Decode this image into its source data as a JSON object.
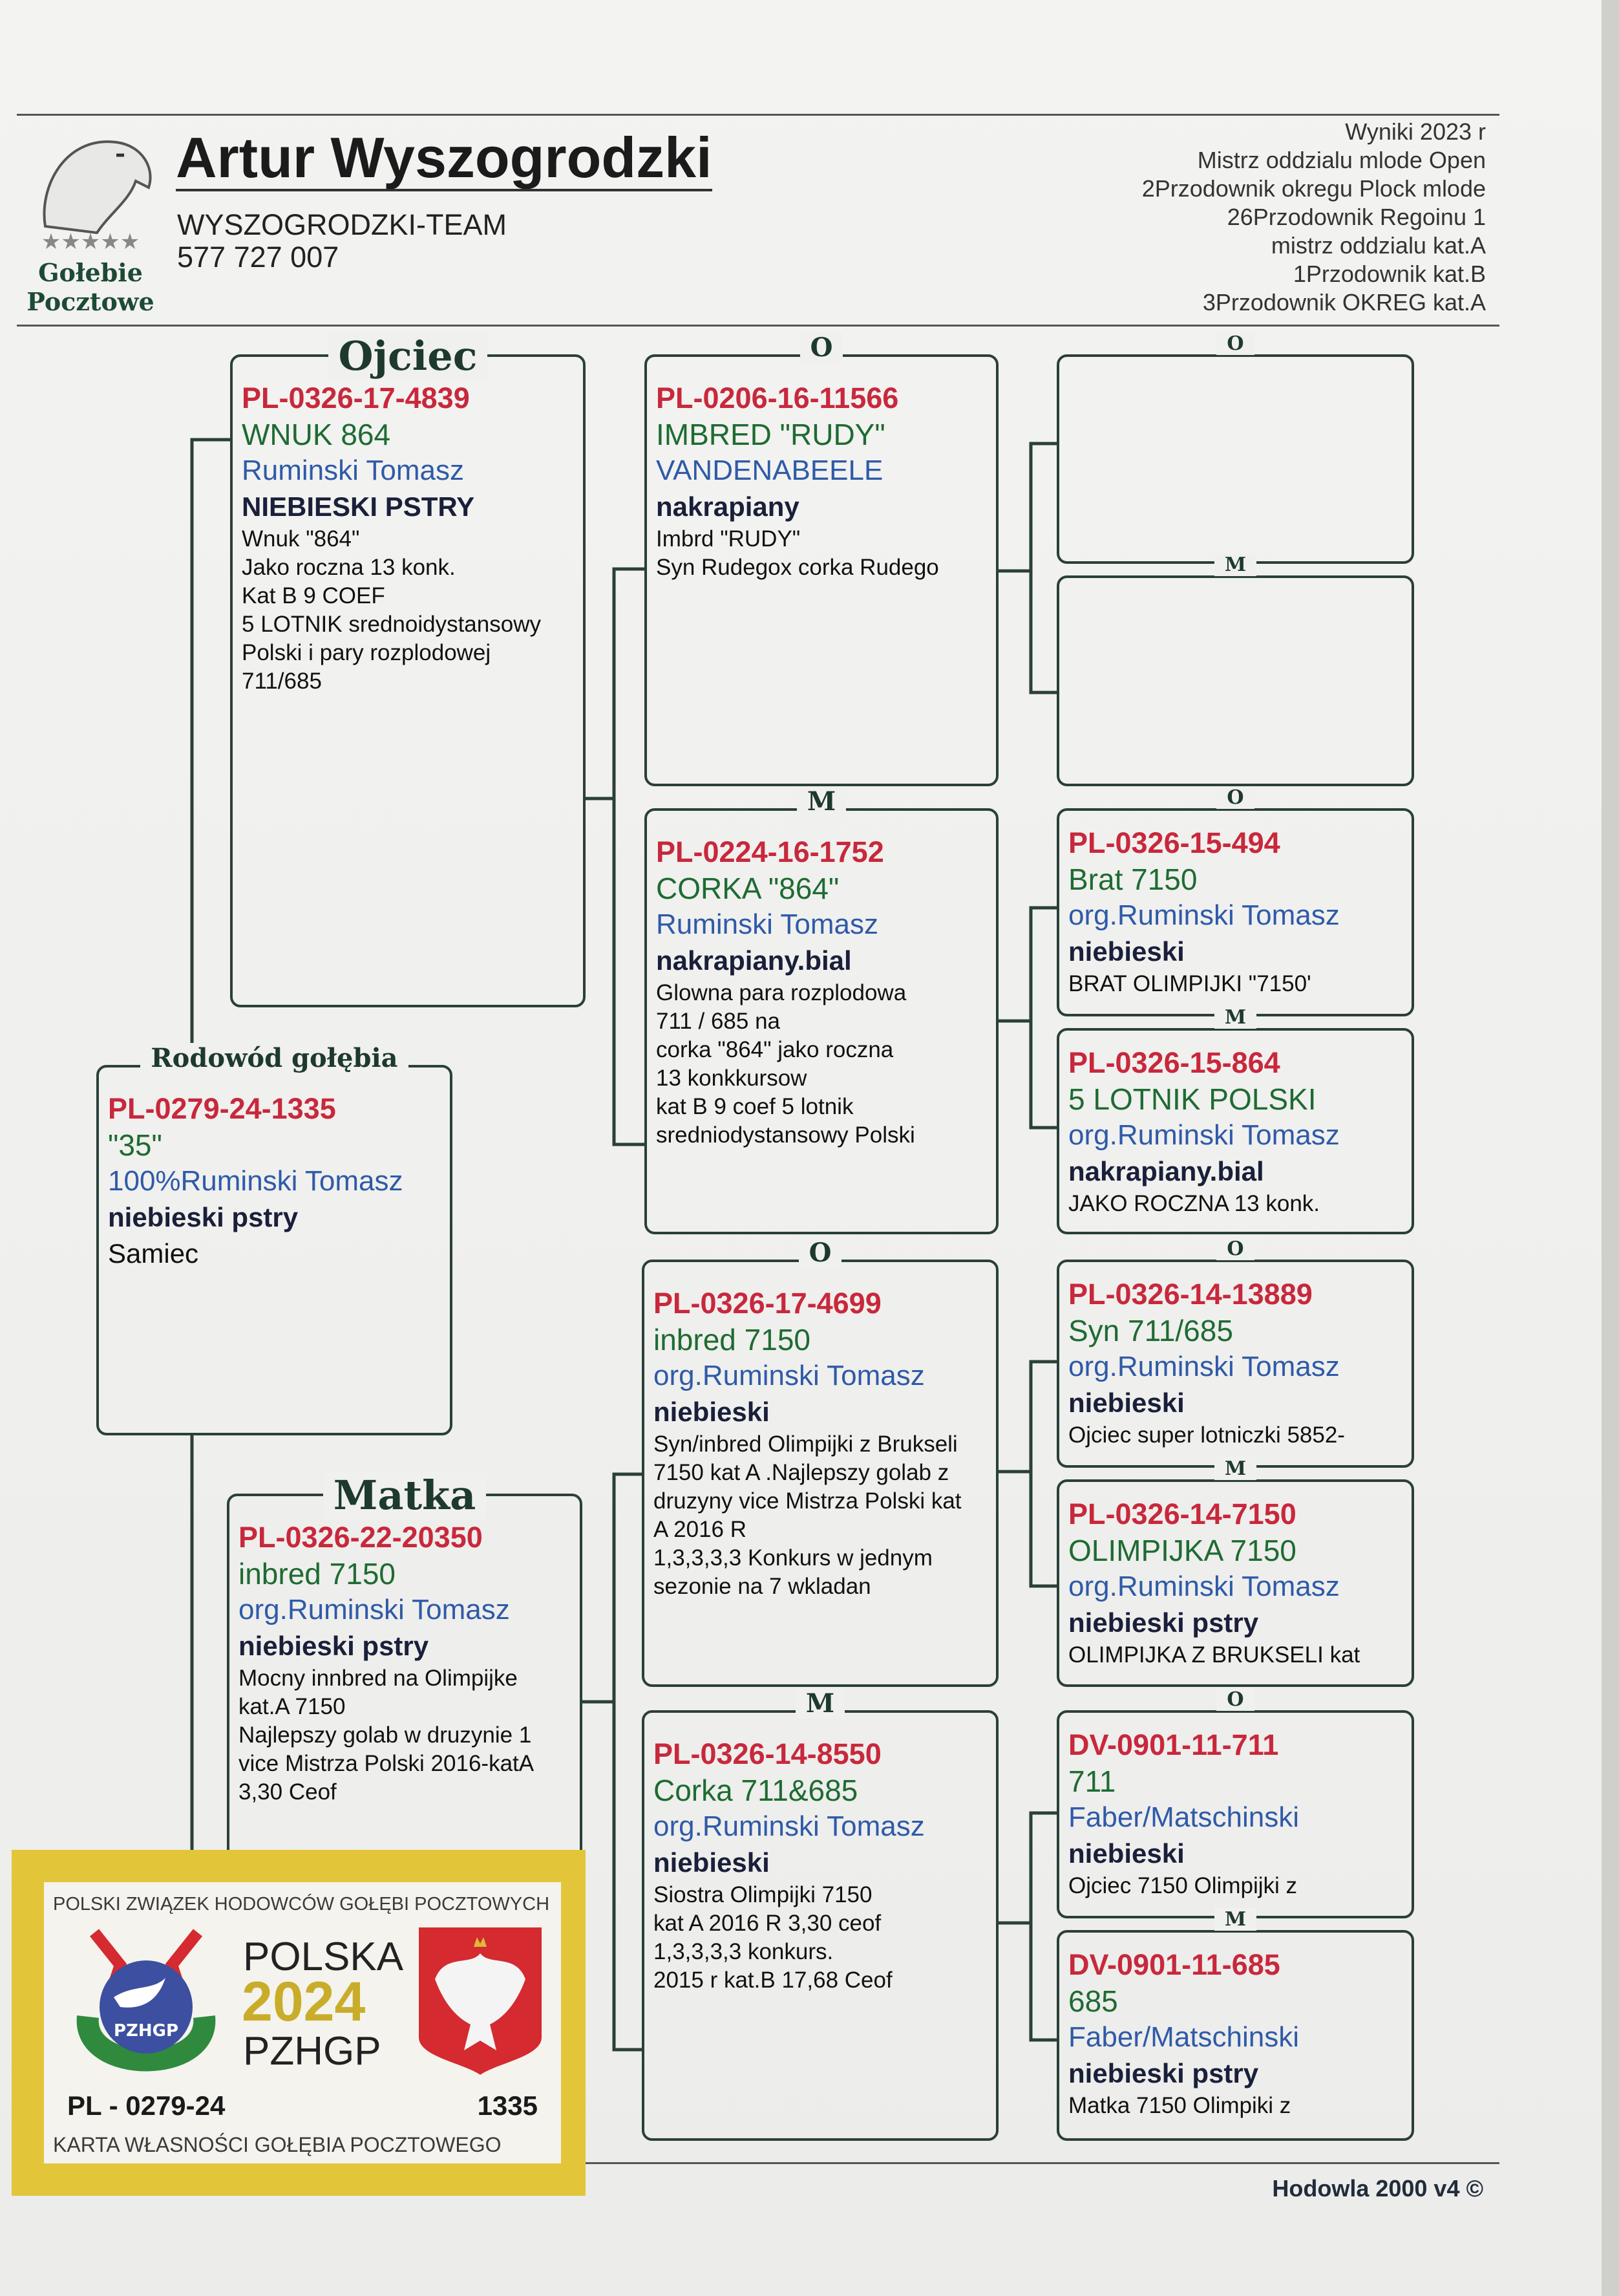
{
  "header": {
    "breeder_name": "Artur Wyszogrodzki",
    "team": "WYSZOGRODZKI-TEAM",
    "phone": "577 727 007",
    "logo_text": [
      "Gołebie",
      "Pocztowe"
    ],
    "results": [
      "Wyniki 2023 r",
      "Mistrz oddzialu mlode Open",
      "2Przodownik okregu Plock mlode",
      "26Przodownik Regoinu 1",
      "mistrz oddzialu kat.A",
      "1Przodownik kat.B",
      "3Przodownik OKREG kat.A"
    ]
  },
  "labels": {
    "sire": "Ojciec",
    "dam": "Matka",
    "subject": "Rodowód gołębia",
    "o": "O",
    "m": "M"
  },
  "subject": {
    "ring": "PL-0279-24-1335",
    "name": "\"35\"",
    "owner": "100%Ruminski Tomasz",
    "color": "niebieski pstry",
    "sex": "Samiec"
  },
  "sire": {
    "ring": "PL-0326-17-4839",
    "name": "WNUK 864",
    "owner": "Ruminski Tomasz",
    "color": "NIEBIESKI PSTRY",
    "notes": [
      "Wnuk \"864\"",
      "Jako roczna 13 konk.",
      "Kat B 9 COEF",
      "5 LOTNIK srednoidystansowy",
      "Polski i pary rozplodowej",
      "711/685"
    ]
  },
  "dam": {
    "ring": "PL-0326-22-20350",
    "name": "inbred 7150",
    "owner": "org.Ruminski Tomasz",
    "color": "niebieski pstry",
    "notes": [
      "Mocny innbred na Olimpijke",
      "kat.A 7150",
      "Najlepszy golab w druzynie 1",
      "vice Mistrza Polski 2016-katA",
      "3,30 Ceof"
    ]
  },
  "gen2": [
    {
      "ring": "PL-0206-16-11566",
      "name": "IMBRED \"RUDY\"",
      "owner": "VANDENABEELE",
      "color": "nakrapiany",
      "notes": [
        "Imbrd \"RUDY\"",
        "Syn Rudegox corka Rudego"
      ]
    },
    {
      "ring": "PL-0224-16-1752",
      "name": "CORKA \"864\"",
      "owner": "Ruminski Tomasz",
      "color": "nakrapiany.bial",
      "notes": [
        "Glowna para rozplodowa",
        "711 / 685 na",
        "corka \"864\" jako roczna",
        "13 konkkursow",
        "kat B 9 coef 5 lotnik",
        "sredniodystansowy Polski"
      ]
    },
    {
      "ring": "PL-0326-17-4699",
      "name": "inbred 7150",
      "owner": "org.Ruminski Tomasz",
      "color": "niebieski",
      "notes": [
        "Syn/inbred Olimpijki z Brukseli",
        "7150 kat A .Najlepszy golab z",
        "druzyny vice Mistrza Polski kat",
        "A 2016 R",
        "1,3,3,3,3 Konkurs w jednym",
        "sezonie na 7 wkladan"
      ]
    },
    {
      "ring": "PL-0326-14-8550",
      "name": "Corka 711&685",
      "owner": "org.Ruminski Tomasz",
      "color": "niebieski",
      "notes": [
        "Siostra Olimpijki 7150",
        "kat A 2016 R 3,30 ceof",
        "1,3,3,3,3 konkurs.",
        "2015 r kat.B 17,68 Ceof"
      ]
    }
  ],
  "gen3": [
    {},
    {},
    {
      "ring": "PL-0326-15-494",
      "name": "Brat 7150",
      "owner": "org.Ruminski Tomasz",
      "color": "niebieski",
      "notes": [
        "BRAT OLIMPIJKI \"7150'"
      ]
    },
    {
      "ring": "PL-0326-15-864",
      "name": "5 LOTNIK POLSKI",
      "owner": "org.Ruminski Tomasz",
      "color": "nakrapiany.bial",
      "notes": [
        "JAKO ROCZNA 13 konk."
      ]
    },
    {
      "ring": "PL-0326-14-13889",
      "name": "Syn 711/685",
      "owner": "org.Ruminski Tomasz",
      "color": "niebieski",
      "notes": [
        "Ojciec super lotniczki 5852-"
      ]
    },
    {
      "ring": "PL-0326-14-7150",
      "name": "OLIMPIJKA 7150",
      "owner": "org.Ruminski Tomasz",
      "color": "niebieski pstry",
      "notes": [
        "OLIMPIJKA Z BRUKSELI kat"
      ]
    },
    {
      "ring": "DV-0901-11-711",
      "name": "711",
      "owner": "Faber/Matschinski",
      "color": "niebieski",
      "notes": [
        "Ojciec 7150 Olimpijki z"
      ]
    },
    {
      "ring": "DV-0901-11-685",
      "name": "685",
      "owner": "Faber/Matschinski",
      "color": "niebieski pstry",
      "notes": [
        "Matka 7150 Olimpiki z"
      ]
    }
  ],
  "footer": "Hodowla 2000 v4 ©",
  "sticker": {
    "org": "POLSKI ZWIĄZEK HODOWCÓW GOŁĘBI POCZTOWYCH",
    "country": "POLSKA",
    "year": "2024",
    "abbr": "PZHGP",
    "logo_text": "PZHGP",
    "ring_prefix": "PL - 0279-24",
    "ring_number": "1335",
    "card_title": "KARTA  WŁASNOŚCI GOŁĘBIA POCZTOWEGO",
    "colors": {
      "border": "#e3c53a",
      "year": "#c9ad2a",
      "shield": "#d42a30"
    }
  },
  "colors": {
    "ring": "#c8283c",
    "name": "#1e6b32",
    "owner": "#2f5aa8",
    "color": "#1a1f3a",
    "border": "#2a4038"
  }
}
